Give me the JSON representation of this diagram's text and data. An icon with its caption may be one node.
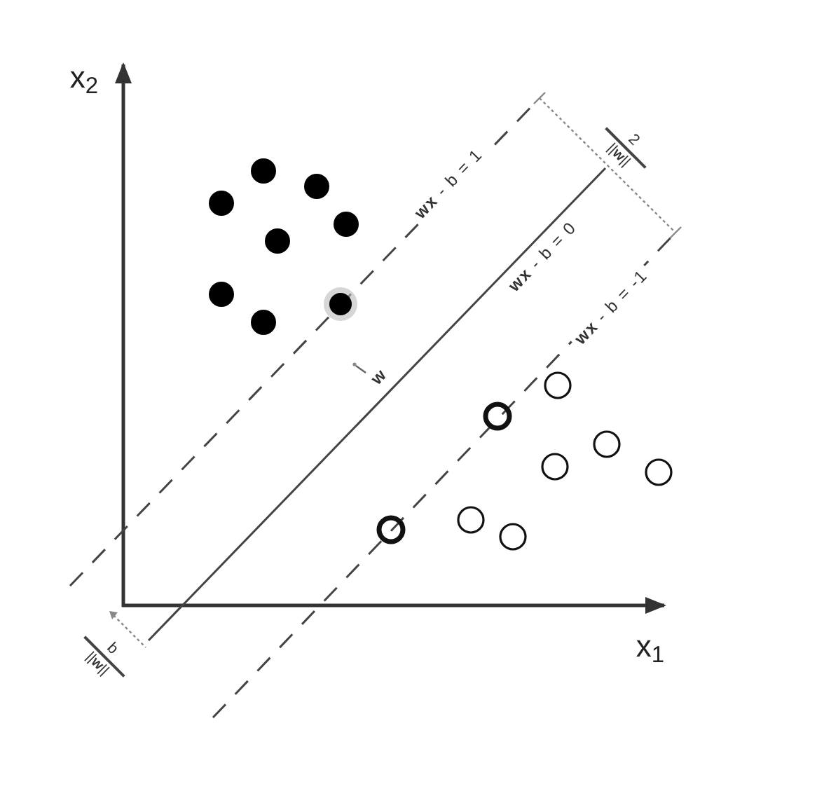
{
  "diagram": {
    "labels": [
      "x$_{2}$",
      "2",
      "||**w**||",
      "**wx** - b = 1",
      "**wx** - b = 0",
      "**wx** - b = -1",
      "w",
      "x$_{1}$",
      "b",
      "||**w**||"
    ]
  }
}
